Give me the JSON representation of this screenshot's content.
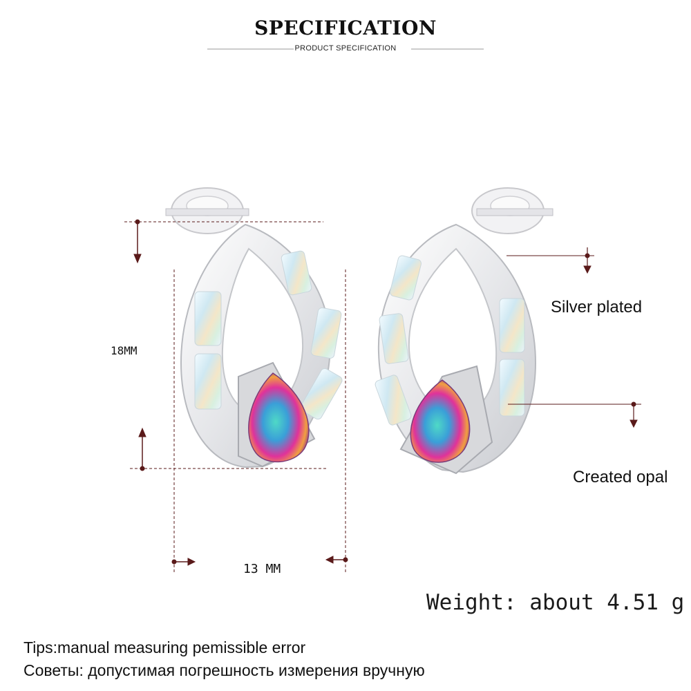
{
  "header": {
    "title": "SPECIFICATION",
    "subtitle": "PRODUCT SPECIFICATION"
  },
  "dimensions": {
    "height_label": "18MM",
    "width_label": "13 MM"
  },
  "callouts": {
    "top": "Silver plated",
    "bottom": "Created opal"
  },
  "weight": "Weight: about 4.51 g",
  "tips": {
    "english": "Tips:manual measuring pemissible error",
    "russian": "Советы: допустимая погрешность измерения вручную"
  },
  "colors": {
    "dimension_line": "#5a1a1a",
    "metal": "#e8e8ea",
    "opal": "#dfeef3"
  }
}
